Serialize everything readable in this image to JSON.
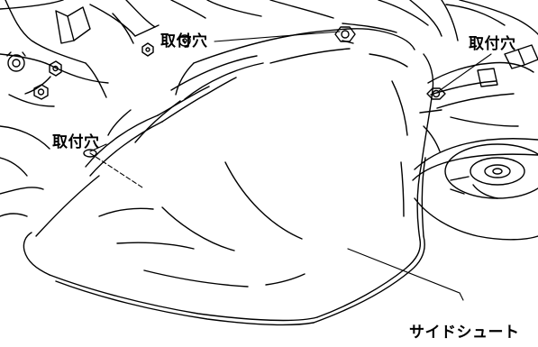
{
  "labels": {
    "mount_hole_top": "取付穴",
    "mount_hole_right": "取付穴",
    "mount_hole_left": "取付穴",
    "side_chute": "サイドシュート"
  },
  "colors": {
    "line": "#000000",
    "background": "#ffffff"
  },
  "icons": {
    "bolt": "hex-bolt-icon",
    "nut": "hex-nut-icon",
    "wheel": "wheel-hub-icon"
  }
}
